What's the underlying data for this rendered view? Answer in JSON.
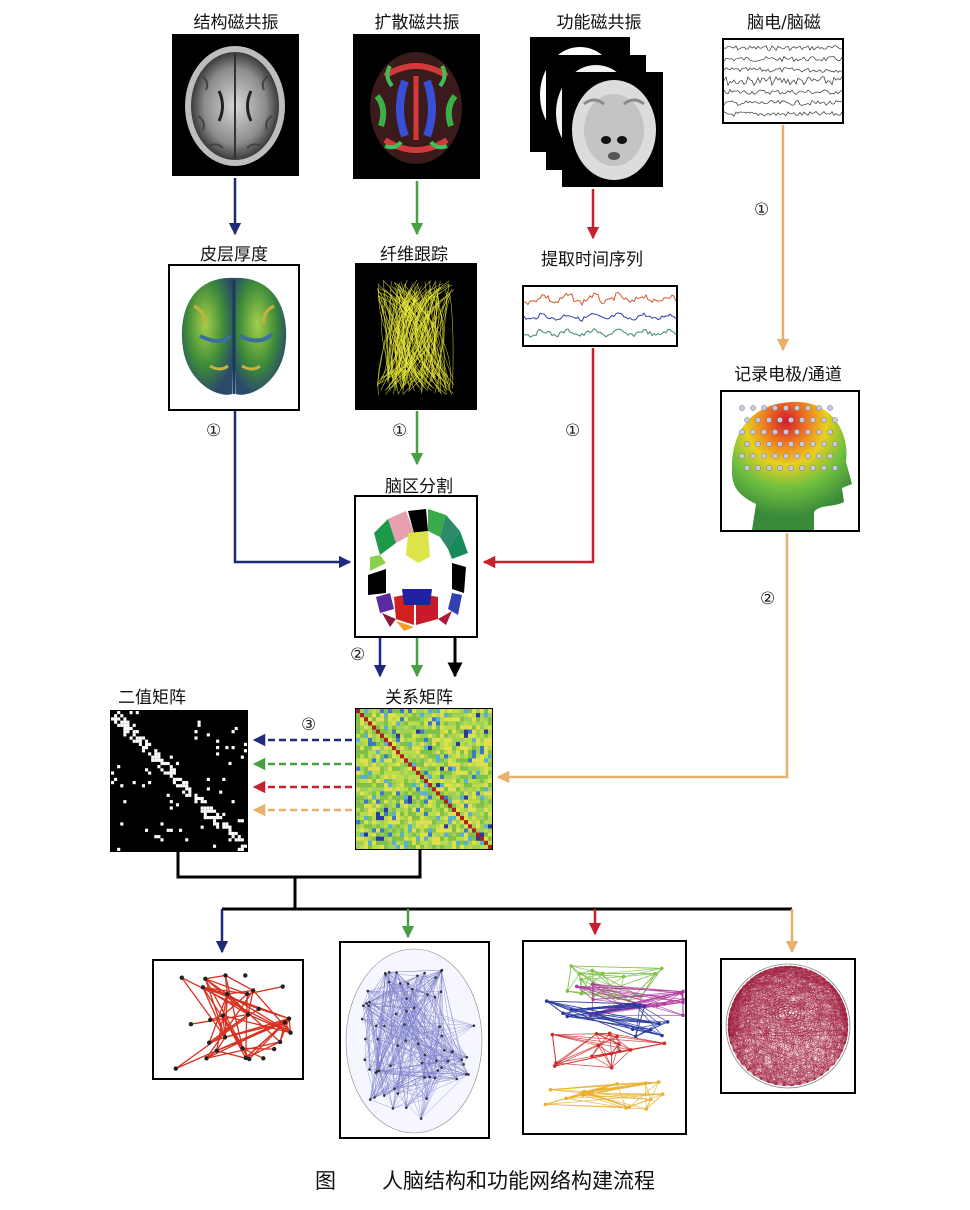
{
  "labels": {
    "structural_mri": "结构磁共振",
    "diffusion_mri": "扩散磁共振",
    "functional_mri": "功能磁共振",
    "eeg_meg": "脑电/脑磁",
    "cortical_thickness": "皮层厚度",
    "fiber_tracking": "纤维跟踪",
    "time_series": "提取时间序列",
    "electrodes": "记录电极/通道",
    "parcellation": "脑区分割",
    "binary_matrix": "二值矩阵",
    "relation_matrix": "关系矩阵"
  },
  "step_markers": {
    "one": "①",
    "two": "②",
    "three": "③"
  },
  "caption": {
    "prefix": "图",
    "title": "人脑结构和功能网络构建流程"
  },
  "colors": {
    "navy": "#1f2a7a",
    "green": "#4a9e45",
    "red": "#c8202e",
    "orange": "#e8b06a",
    "black": "#000000",
    "network_red": "#d7301f",
    "network_purple": "#7b7fc9",
    "circle_red": "#9e1a3a"
  }
}
